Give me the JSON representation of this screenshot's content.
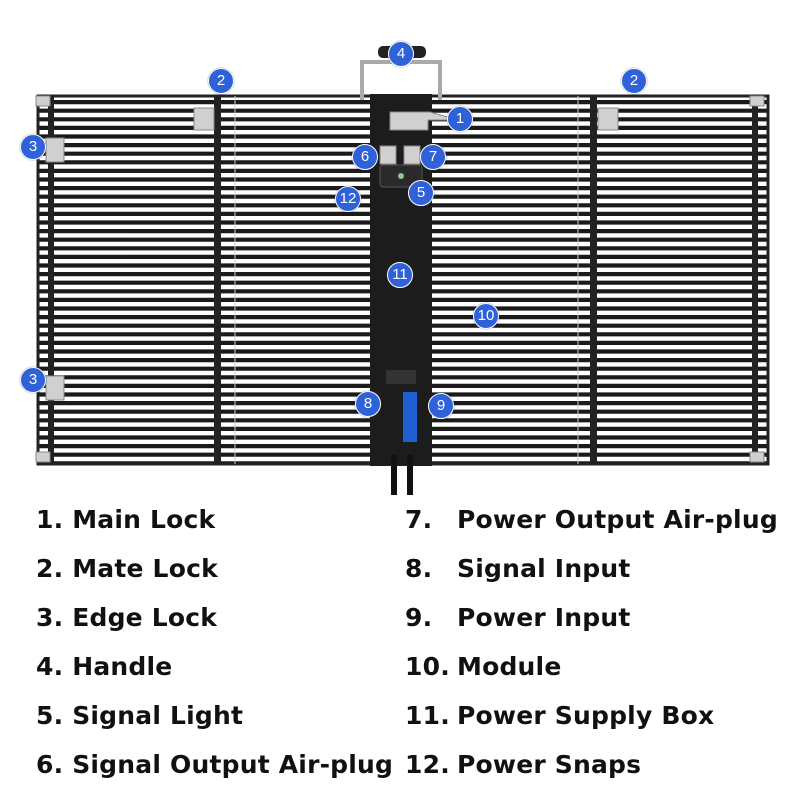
{
  "colors": {
    "badge": "#2f62d8",
    "panel": "#1a1a1a",
    "metal": "#c8c8c8"
  },
  "markers": [
    {
      "n": "1"
    },
    {
      "n": "2"
    },
    {
      "n": "2"
    },
    {
      "n": "3"
    },
    {
      "n": "3"
    },
    {
      "n": "4"
    },
    {
      "n": "5"
    },
    {
      "n": "6"
    },
    {
      "n": "7"
    },
    {
      "n": "8"
    },
    {
      "n": "9"
    },
    {
      "n": "10"
    },
    {
      "n": "11"
    },
    {
      "n": "12"
    }
  ],
  "legend": [
    {
      "num": "1.",
      "label": "Main Lock"
    },
    {
      "num": "2.",
      "label": "Mate Lock"
    },
    {
      "num": "3.",
      "label": "Edge Lock"
    },
    {
      "num": "4.",
      "label": "Handle"
    },
    {
      "num": "5.",
      "label": "Signal Light"
    },
    {
      "num": "6.",
      "label": "Signal Output Air-plug"
    },
    {
      "num": "7.",
      "label": "Power Output Air-plug"
    },
    {
      "num": "8.",
      "label": "Signal Input"
    },
    {
      "num": "9.",
      "label": "Power Input"
    },
    {
      "num": "10.",
      "label": "Module"
    },
    {
      "num": "11.",
      "label": "Power Supply Box"
    },
    {
      "num": "12.",
      "label": "Power Snaps"
    }
  ]
}
